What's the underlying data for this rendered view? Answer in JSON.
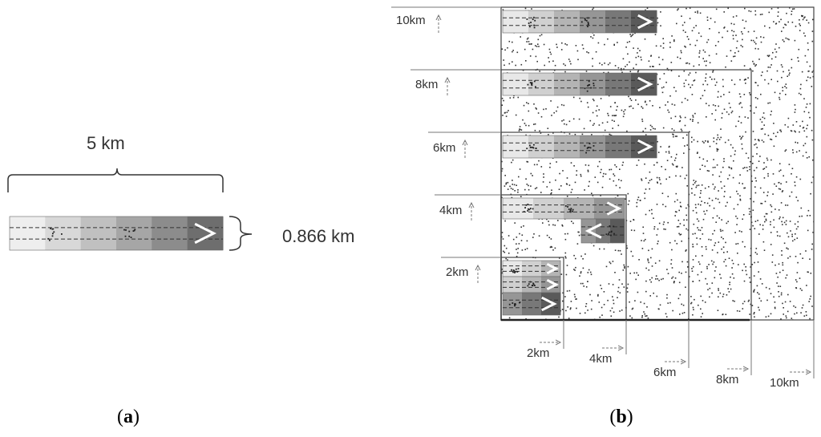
{
  "panel_a": {
    "width_label": "5 km",
    "height_label": "0.866 km",
    "caption": "(a)",
    "strip_shades": [
      "#eeeeee",
      "#d8d8d8",
      "#c0c0c0",
      "#a6a6a6",
      "#8c8c8c",
      "#6e6e6e"
    ]
  },
  "panel_b": {
    "caption": "(b)",
    "squares": [
      {
        "side_label": "2km",
        "extent_label": "2km"
      },
      {
        "side_label": "4km",
        "extent_label": "4km"
      },
      {
        "side_label": "6km",
        "extent_label": "6km"
      },
      {
        "side_label": "8km",
        "extent_label": "8km"
      },
      {
        "side_label": "10km",
        "extent_label": "10km"
      }
    ],
    "strip_shades": [
      "#e8e8e8",
      "#d0d0d0",
      "#b4b4b4",
      "#969696",
      "#787878",
      "#5a5a5a"
    ]
  }
}
